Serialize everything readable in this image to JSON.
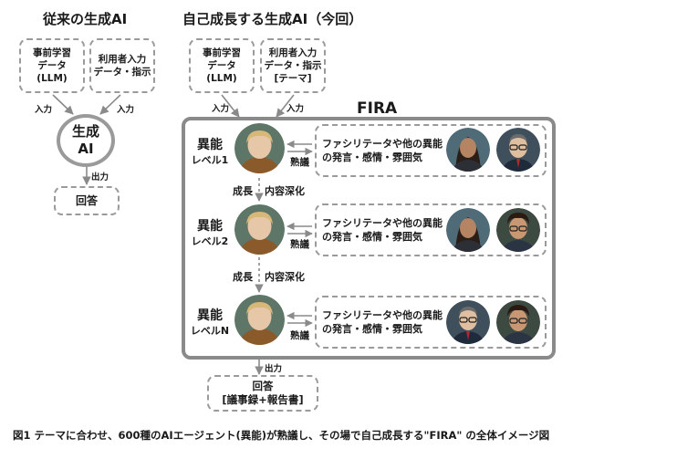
{
  "left": {
    "heading": "従来の生成AI",
    "box1": [
      "事前学習",
      "データ",
      "(LLM)"
    ],
    "box2": [
      "利用者入力",
      "データ・指示"
    ],
    "input_label": "入力",
    "circle": [
      "生成",
      "AI"
    ],
    "output_label": "出力",
    "answer": "回答"
  },
  "right": {
    "heading": "自己成長する生成AI（今回）",
    "box1": [
      "事前学習",
      "データ",
      "(LLM)"
    ],
    "box2": [
      "利用者入力",
      "データ・指示",
      "[テーマ]"
    ],
    "input_label": "入力",
    "fira_title": "FIRA",
    "levels": [
      {
        "title": "異能",
        "sub": "レベル1"
      },
      {
        "title": "異能",
        "sub": "レベル2"
      },
      {
        "title": "異能",
        "sub": "レベルN"
      }
    ],
    "debate_label": "熟議",
    "growth": {
      "a": "成長",
      "b": "内容深化"
    },
    "feedback": [
      "ファシリテータや他の異能",
      "の発言・感情・雰囲気"
    ],
    "output_label": "出力",
    "answer": [
      "回答",
      "[議事録+報告書]"
    ]
  },
  "caption": "図1 テーマに合わせ、600種のAIエージェント(異能)が熟議し、その場で自己成長する\"FIRA\" の全体イメージ図"
}
